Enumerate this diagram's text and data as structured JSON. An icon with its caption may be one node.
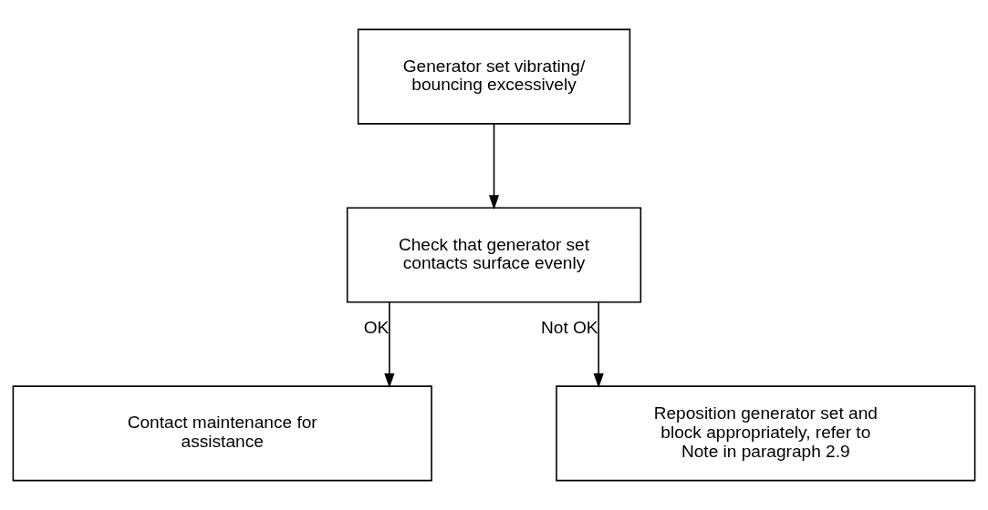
{
  "diagram": {
    "nodes": [
      {
        "text": [
          "Generator set vibrating/ bouncing excessively"
        ]
      },
      {
        "text": [
          "Check that generator set contacts surface evenly"
        ]
      },
      {
        "text": [
          "Contact maintenance for assistance"
        ]
      },
      {
        "text": [
          "Reposition generator set and block appropriately, refer to Note in paragraph 2.9"
        ]
      }
    ],
    "edges": [
      {
        "from": 0,
        "to": 1,
        "arrow": "to"
      },
      {
        "from": 1,
        "to": 2,
        "arrow": "to",
        "label": "OK"
      },
      {
        "from": 1,
        "to": 3,
        "arrow": "to",
        "label": "Not OK"
      }
    ]
  }
}
